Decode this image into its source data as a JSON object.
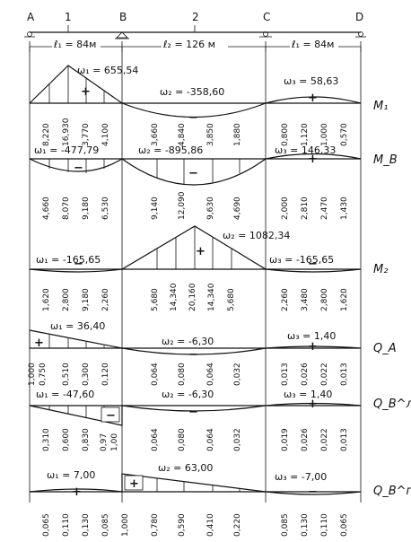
{
  "supports": {
    "labels": [
      "A",
      "1",
      "B",
      "2",
      "C",
      "D"
    ]
  },
  "spans": [
    {
      "label": "ℓ₁ = 84м"
    },
    {
      "label": "ℓ₂ = 126 м"
    },
    {
      "label": "ℓ₁ = 84м"
    }
  ],
  "rows": [
    {
      "id": "M1",
      "name": "M₁",
      "omegas": [
        "ω₁ = 655,54",
        "ω₂ = -358,60",
        "ω₃ = 58,63"
      ],
      "signs": [
        "+",
        "−",
        "+"
      ],
      "values": [
        [
          "8,220",
          "16,930",
          "3,770",
          "4,100"
        ],
        [
          "3,660",
          "4,840",
          "3,850",
          "1,880"
        ],
        [
          "0,800",
          "1,120",
          "1,000",
          "0,570"
        ]
      ]
    },
    {
      "id": "MB",
      "name": "M_B",
      "omegas": [
        "ω₁ = -477,79",
        "ω₂ = -895,86",
        "ω₃ = 146,33"
      ],
      "signs": [
        "−",
        "−",
        "+"
      ],
      "values": [
        [
          "4,660",
          "8,070",
          "9,180",
          "6,530"
        ],
        [
          "9,140",
          "12,090",
          "9,630",
          "4,690"
        ],
        [
          "2,000",
          "2,810",
          "2,470",
          "1,430"
        ]
      ]
    },
    {
      "id": "M2",
      "name": "M₂",
      "omegas": [
        "ω₁ = -165,65",
        "ω₂ = 1082,34",
        "ω₃ = -165,65"
      ],
      "signs": [
        "−",
        "+",
        "−"
      ],
      "values": [
        [
          "1,620",
          "2,800",
          "9,180",
          "2,260"
        ],
        [
          "5,680",
          "14,340",
          "20,160",
          "14,340",
          "5,680"
        ],
        [
          "2,260",
          "3,480",
          "2,800",
          "1,620"
        ]
      ]
    },
    {
      "id": "QA",
      "name": "Q_A",
      "omegas": [
        "ω₁ = 36,40",
        "ω₂ = -6,30",
        "ω₃ = 1,40"
      ],
      "signs": [
        "+",
        "−",
        "+"
      ],
      "values": [
        [
          "1,000",
          "0,750",
          "0,510",
          "0,300",
          "0,120"
        ],
        [
          "0,064",
          "0,080",
          "0,064",
          "0,032"
        ],
        [
          "0,013",
          "0,026",
          "0,022",
          "0,013"
        ]
      ]
    },
    {
      "id": "QBl",
      "name": "Q_B^л",
      "omegas": [
        "ω₁ = -47,60",
        "ω₂ = -6,30",
        "ω₃ = 1,40"
      ],
      "signs": [
        "−",
        "−",
        "+"
      ],
      "values": [
        [
          "0,310",
          "0,600",
          "0,830",
          "0,97",
          "1,00"
        ],
        [
          "0,064",
          "0,080",
          "0,064",
          "0,032"
        ],
        [
          "0,019",
          "0,026",
          "0,022",
          "0,013"
        ]
      ]
    },
    {
      "id": "QBr",
      "name": "Q_B^пр",
      "omegas": [
        "ω₁ = 7,00",
        "ω₂ = 63,00",
        "ω₃ = -7,00"
      ],
      "signs": [
        "+",
        "+",
        "−"
      ],
      "values": [
        [
          "0,065",
          "0,110",
          "0,130",
          "0,085"
        ],
        [
          "1,000",
          "0,780",
          "0,590",
          "0,410",
          "0,220"
        ],
        [
          "0,085",
          "0,130",
          "0,110",
          "0,065"
        ]
      ]
    }
  ]
}
